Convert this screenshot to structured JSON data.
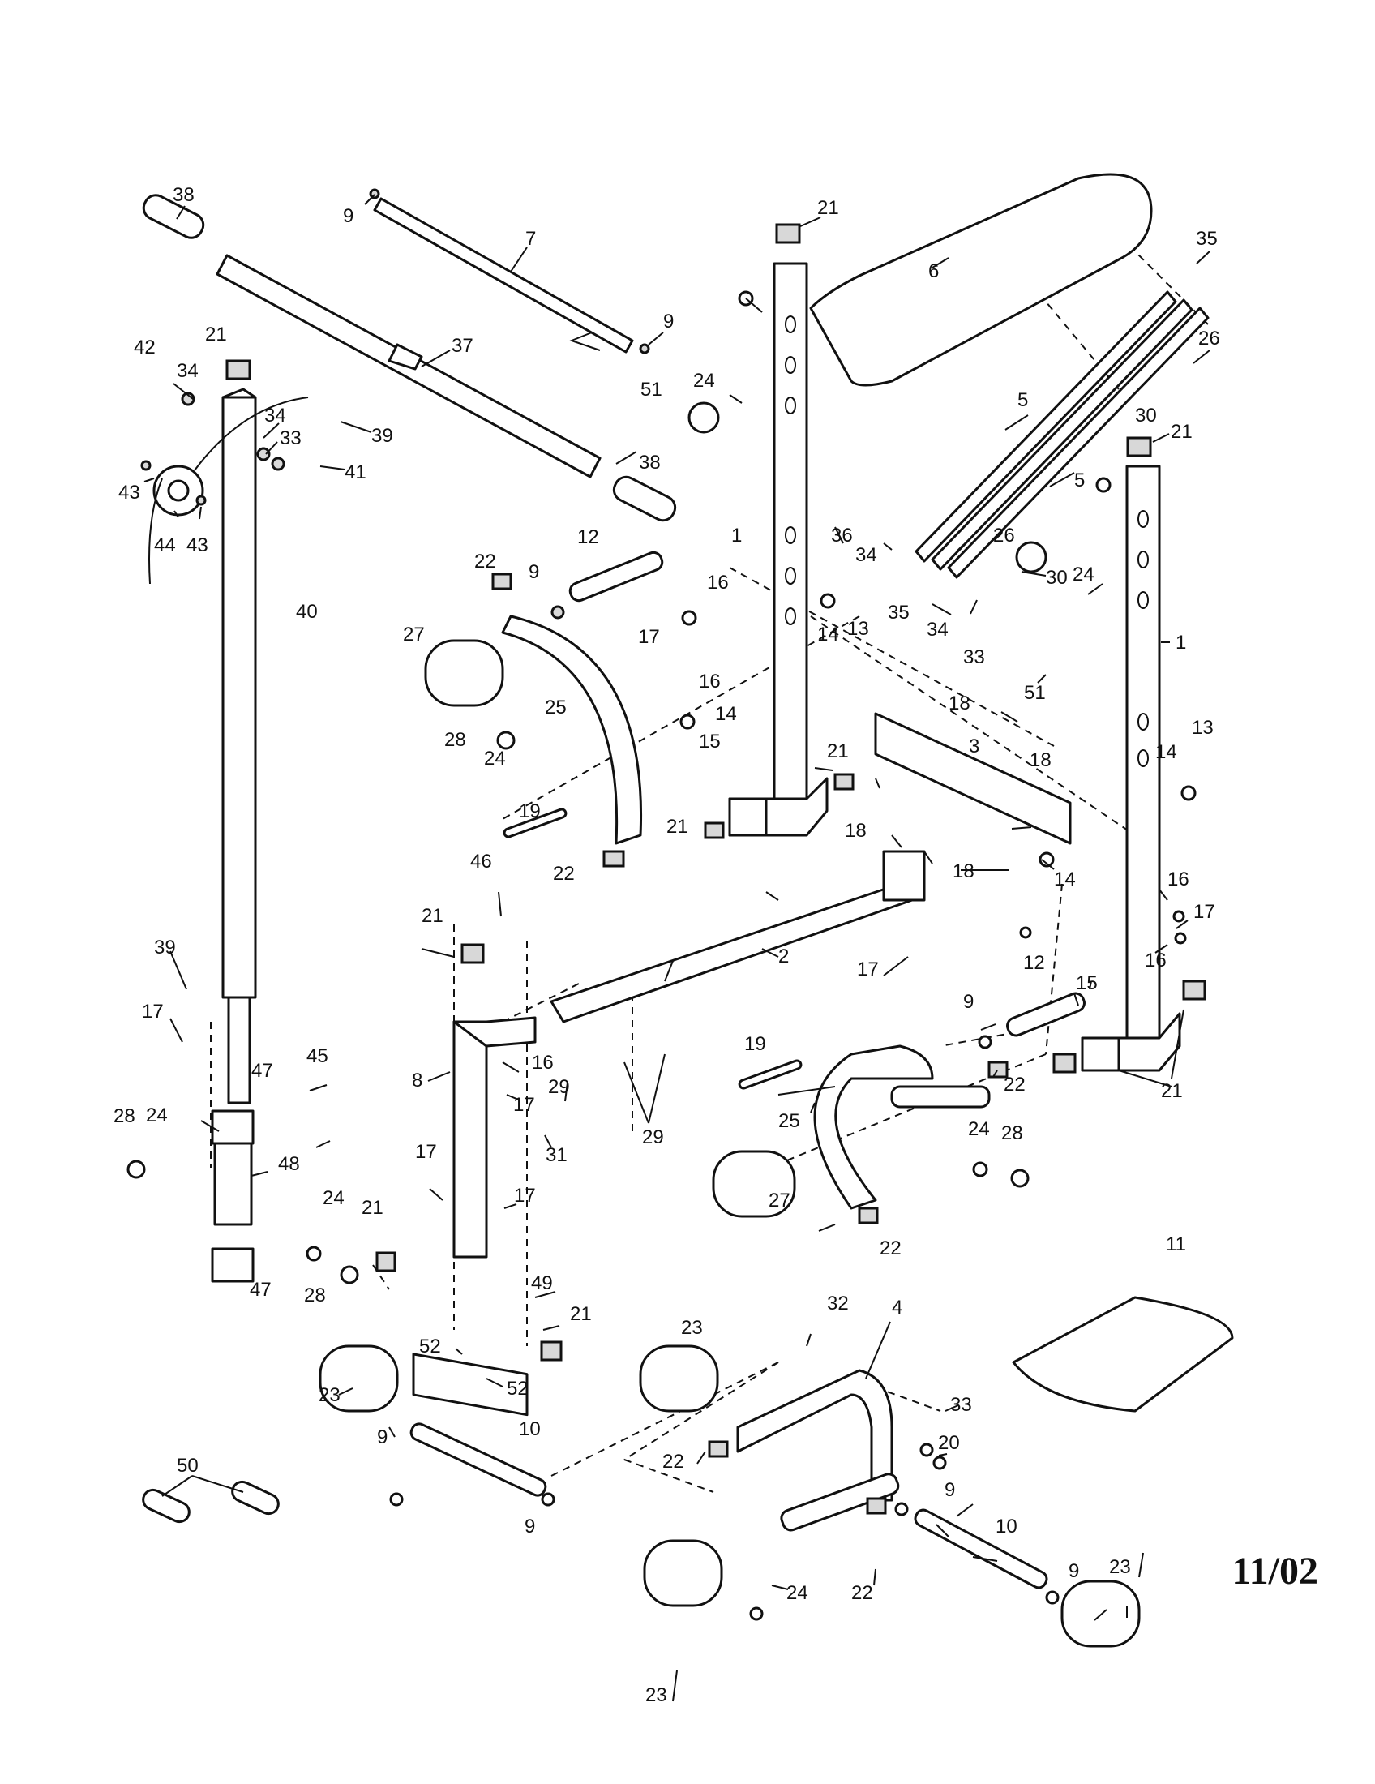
{
  "date_code": "11/02",
  "callouts": [
    {
      "id": "c38a",
      "label": "38"
    },
    {
      "id": "c9a",
      "label": "9"
    },
    {
      "id": "c7",
      "label": "7"
    },
    {
      "id": "c9b",
      "label": "9"
    },
    {
      "id": "c21a",
      "label": "21"
    },
    {
      "id": "c6",
      "label": "6"
    },
    {
      "id": "c35a",
      "label": "35"
    },
    {
      "id": "c26a",
      "label": "26"
    },
    {
      "id": "c30a",
      "label": "30"
    },
    {
      "id": "c21b",
      "label": "21"
    },
    {
      "id": "c5a",
      "label": "5"
    },
    {
      "id": "c5b",
      "label": "5"
    },
    {
      "id": "c21c",
      "label": "21"
    },
    {
      "id": "c37",
      "label": "37"
    },
    {
      "id": "c42",
      "label": "42"
    },
    {
      "id": "c34a",
      "label": "34"
    },
    {
      "id": "c34b",
      "label": "34"
    },
    {
      "id": "c39a",
      "label": "39"
    },
    {
      "id": "c33a",
      "label": "33"
    },
    {
      "id": "c41",
      "label": "41"
    },
    {
      "id": "c43a",
      "label": "43"
    },
    {
      "id": "c44",
      "label": "44"
    },
    {
      "id": "c43b",
      "label": "43"
    },
    {
      "id": "c38b",
      "label": "38"
    },
    {
      "id": "c24a",
      "label": "24"
    },
    {
      "id": "c51a",
      "label": "51"
    },
    {
      "id": "c1a",
      "label": "1"
    },
    {
      "id": "c36",
      "label": "36"
    },
    {
      "id": "c34c",
      "label": "34"
    },
    {
      "id": "c26b",
      "label": "26"
    },
    {
      "id": "c30b",
      "label": "30"
    },
    {
      "id": "c35b",
      "label": "35"
    },
    {
      "id": "c34d",
      "label": "34"
    },
    {
      "id": "c33b",
      "label": "33"
    },
    {
      "id": "c24b",
      "label": "24"
    },
    {
      "id": "c1b",
      "label": "1"
    },
    {
      "id": "c51b",
      "label": "51"
    },
    {
      "id": "c40",
      "label": "40"
    },
    {
      "id": "c22a",
      "label": "22"
    },
    {
      "id": "c9c",
      "label": "9"
    },
    {
      "id": "c12a",
      "label": "12"
    },
    {
      "id": "c16a",
      "label": "16"
    },
    {
      "id": "c17a",
      "label": "17"
    },
    {
      "id": "c14a",
      "label": "14"
    },
    {
      "id": "c13a",
      "label": "13"
    },
    {
      "id": "c27a",
      "label": "27"
    },
    {
      "id": "c16b",
      "label": "16"
    },
    {
      "id": "c25a",
      "label": "25"
    },
    {
      "id": "c14b",
      "label": "14"
    },
    {
      "id": "c28a",
      "label": "28"
    },
    {
      "id": "c24c",
      "label": "24"
    },
    {
      "id": "c15a",
      "label": "15"
    },
    {
      "id": "c18a",
      "label": "18"
    },
    {
      "id": "c3",
      "label": "3"
    },
    {
      "id": "c18b",
      "label": "18"
    },
    {
      "id": "c13b",
      "label": "13"
    },
    {
      "id": "c14c",
      "label": "14"
    },
    {
      "id": "c21d",
      "label": "21"
    },
    {
      "id": "c19a",
      "label": "19"
    },
    {
      "id": "c21e",
      "label": "21"
    },
    {
      "id": "c18c",
      "label": "18"
    },
    {
      "id": "c18d",
      "label": "18"
    },
    {
      "id": "c22b",
      "label": "22"
    },
    {
      "id": "c46",
      "label": "46"
    },
    {
      "id": "c14d",
      "label": "14"
    },
    {
      "id": "c16c",
      "label": "16"
    },
    {
      "id": "c17b",
      "label": "17"
    },
    {
      "id": "c21f",
      "label": "21"
    },
    {
      "id": "c2",
      "label": "2"
    },
    {
      "id": "c17c",
      "label": "17"
    },
    {
      "id": "c16d",
      "label": "16"
    },
    {
      "id": "c39b",
      "label": "39"
    },
    {
      "id": "c12b",
      "label": "12"
    },
    {
      "id": "c15b",
      "label": "15"
    },
    {
      "id": "c17d",
      "label": "17"
    },
    {
      "id": "c9d",
      "label": "9"
    },
    {
      "id": "c8",
      "label": "8"
    },
    {
      "id": "c16e",
      "label": "16"
    },
    {
      "id": "c29a",
      "label": "29"
    },
    {
      "id": "c17e",
      "label": "17"
    },
    {
      "id": "c45",
      "label": "45"
    },
    {
      "id": "c47a",
      "label": "47"
    },
    {
      "id": "c19b",
      "label": "19"
    },
    {
      "id": "c22c",
      "label": "22"
    },
    {
      "id": "c21g",
      "label": "21"
    },
    {
      "id": "c28b",
      "label": "28"
    },
    {
      "id": "c24d",
      "label": "24"
    },
    {
      "id": "c29b",
      "label": "29"
    },
    {
      "id": "c25b",
      "label": "25"
    },
    {
      "id": "c31",
      "label": "31"
    },
    {
      "id": "c48",
      "label": "48"
    },
    {
      "id": "c17f",
      "label": "17"
    },
    {
      "id": "c24e",
      "label": "24"
    },
    {
      "id": "c28c",
      "label": "28"
    },
    {
      "id": "c27b",
      "label": "27"
    },
    {
      "id": "c21h",
      "label": "21"
    },
    {
      "id": "c17g",
      "label": "17"
    },
    {
      "id": "c24f",
      "label": "24"
    },
    {
      "id": "c22d",
      "label": "22"
    },
    {
      "id": "c11",
      "label": "11"
    },
    {
      "id": "c47b",
      "label": "47"
    },
    {
      "id": "c28d",
      "label": "28"
    },
    {
      "id": "c49",
      "label": "49"
    },
    {
      "id": "c21i",
      "label": "21"
    },
    {
      "id": "c23a",
      "label": "23"
    },
    {
      "id": "c32",
      "label": "32"
    },
    {
      "id": "c4",
      "label": "4"
    },
    {
      "id": "c52a",
      "label": "52"
    },
    {
      "id": "c52b",
      "label": "52"
    },
    {
      "id": "c33c",
      "label": "33"
    },
    {
      "id": "c23b",
      "label": "23"
    },
    {
      "id": "c9e",
      "label": "9"
    },
    {
      "id": "c10a",
      "label": "10"
    },
    {
      "id": "c20",
      "label": "20"
    },
    {
      "id": "c50",
      "label": "50"
    },
    {
      "id": "c22e",
      "label": "22"
    },
    {
      "id": "c9f",
      "label": "9"
    },
    {
      "id": "c9g",
      "label": "9"
    },
    {
      "id": "c10b",
      "label": "10"
    },
    {
      "id": "c24g",
      "label": "24"
    },
    {
      "id": "c22f",
      "label": "22"
    },
    {
      "id": "c9h",
      "label": "9"
    },
    {
      "id": "c23c",
      "label": "23"
    },
    {
      "id": "c23d",
      "label": "23"
    }
  ]
}
